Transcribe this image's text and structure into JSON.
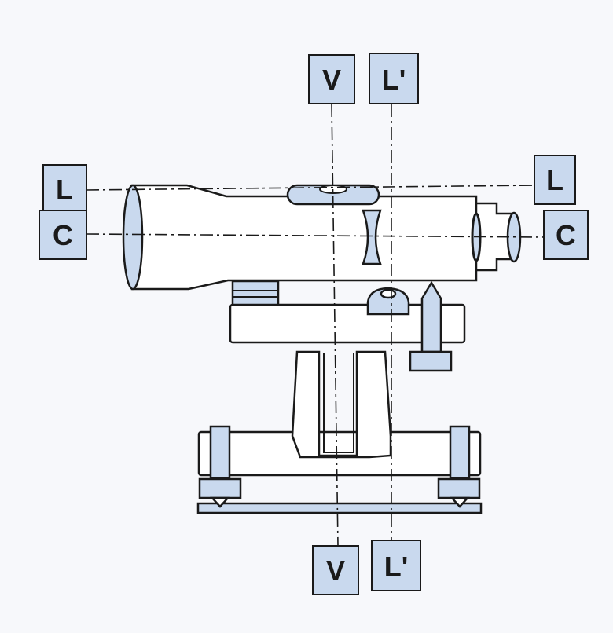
{
  "labels": {
    "v_top": "V",
    "lprime_top": "L'",
    "l_left": "L",
    "c_left": "C",
    "l_right": "L",
    "c_right": "C",
    "v_bottom": "V",
    "lprime_bottom": "L'"
  },
  "colors": {
    "label_fill": "#c9d9ee",
    "outline": "#1a1a1a",
    "background": "#f7f8fb"
  }
}
